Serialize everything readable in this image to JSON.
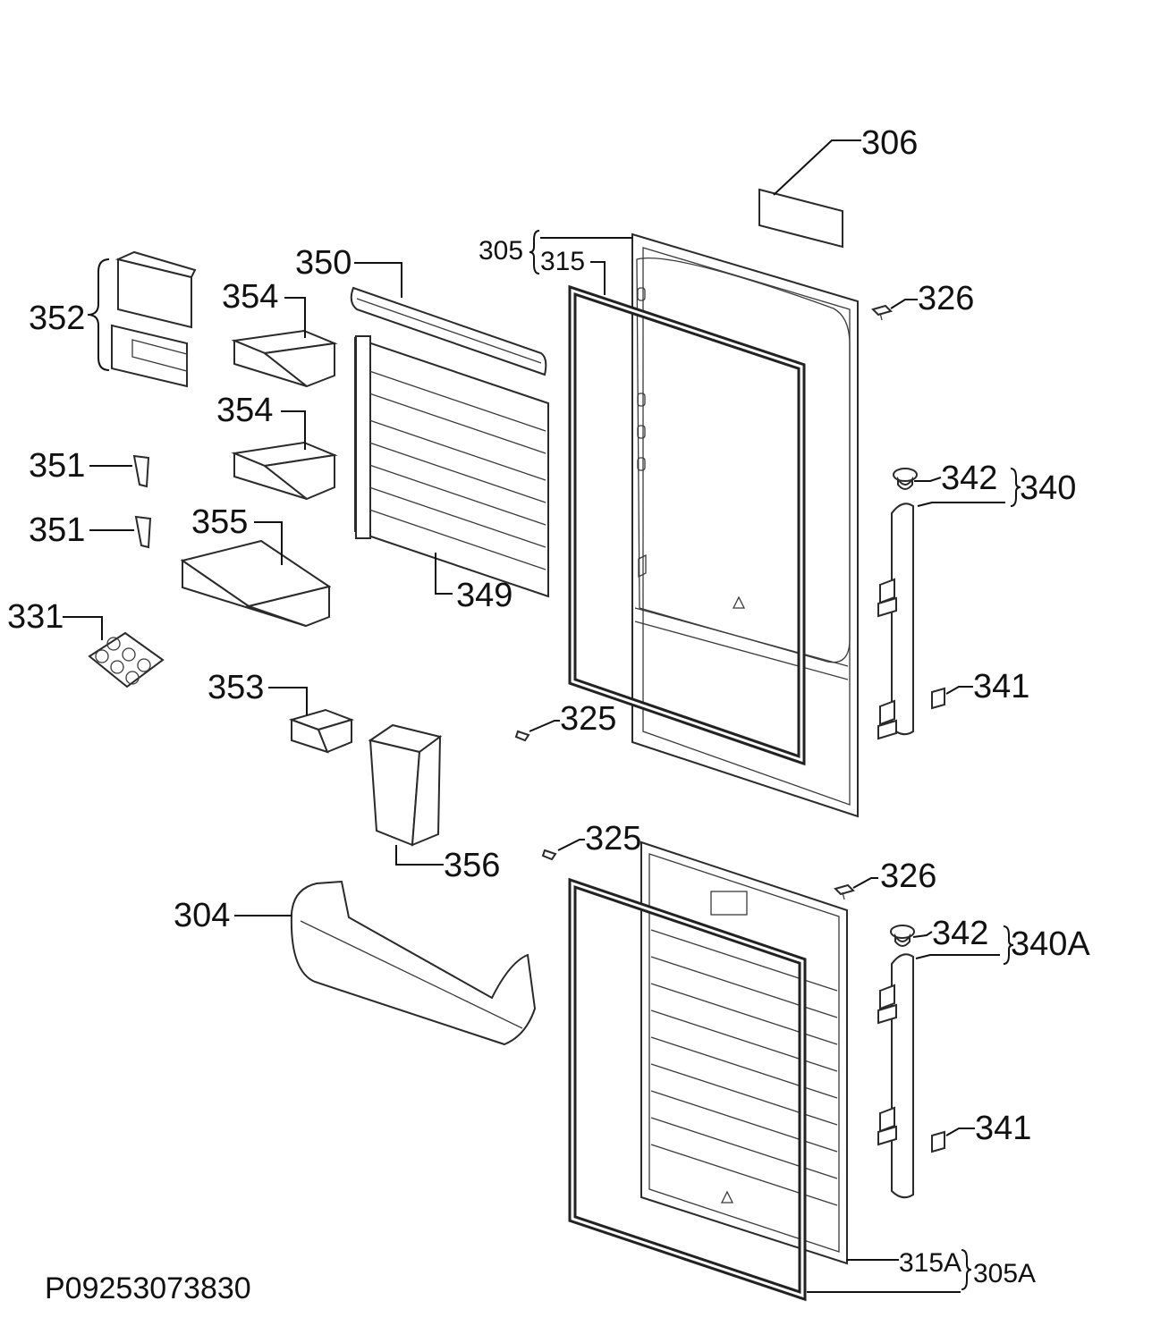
{
  "diagram_id": "P09253073830",
  "callouts": {
    "p306": "306",
    "p305": "305",
    "p315": "315",
    "p326_top": "326",
    "p350": "350",
    "p352": "352",
    "p354_a": "354",
    "p354_b": "354",
    "p351_a": "351",
    "p351_b": "351",
    "p342_top": "342",
    "p340": "340",
    "p355": "355",
    "p349": "349",
    "p331": "331",
    "p341_top": "341",
    "p353": "353",
    "p325_top": "325",
    "p325_bot": "325",
    "p356": "356",
    "p326_bot": "326",
    "p304": "304",
    "p342_bot": "342",
    "p340A": "340A",
    "p341_bot": "341",
    "p315A": "315A",
    "p305A": "305A"
  }
}
